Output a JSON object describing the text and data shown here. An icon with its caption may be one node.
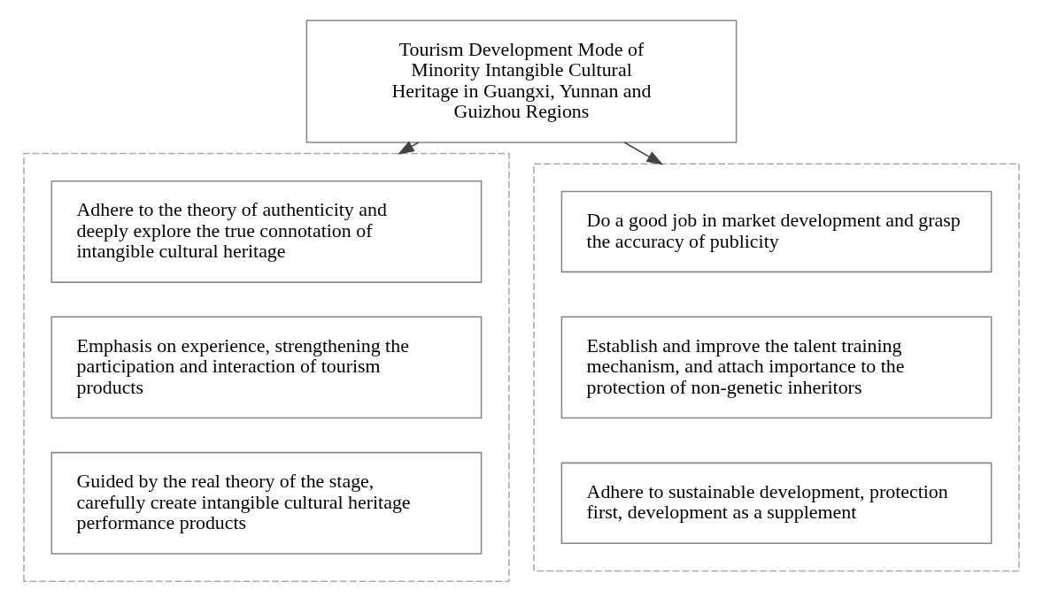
{
  "diagram": {
    "nodes": [
      {
        "text": [
          "Tourism Development Mode of Minority Intangible Cultural Heritage in Guangxi, Yunnan and Guizhou Regions"
        ]
      },
      {
        "text": [],
        "shape": "box"
      },
      {
        "text": [
          "Adhere to the theory of authenticity and deeply explore the true connotation of intangible cultural heritage"
        ],
        "in": 1
      },
      {
        "text": [
          "Emphasis on experience, strengthening the participation and interaction of tourism products"
        ],
        "in": 1
      },
      {
        "text": [
          "Guided by the real theory of the stage, carefully create intangible cultural heritage performance products"
        ],
        "in": 1
      },
      {
        "text": [],
        "shape": "box"
      },
      {
        "text": [
          "Do a good job in market development and grasp the accuracy of publicity"
        ],
        "in": 5
      },
      {
        "text": [
          "Establish and improve the talent training mechanism, and attach importance to the protection of non-genetic inheritors"
        ],
        "in": 5
      },
      {
        "text": [
          "Adhere to sustainable development, protection first, development as a supplement"
        ],
        "in": 5
      }
    ],
    "edges": [
      {
        "from": 0,
        "to": 1,
        "arrow": "to"
      },
      {
        "from": 0,
        "to": 5,
        "arrow": "to"
      }
    ]
  }
}
